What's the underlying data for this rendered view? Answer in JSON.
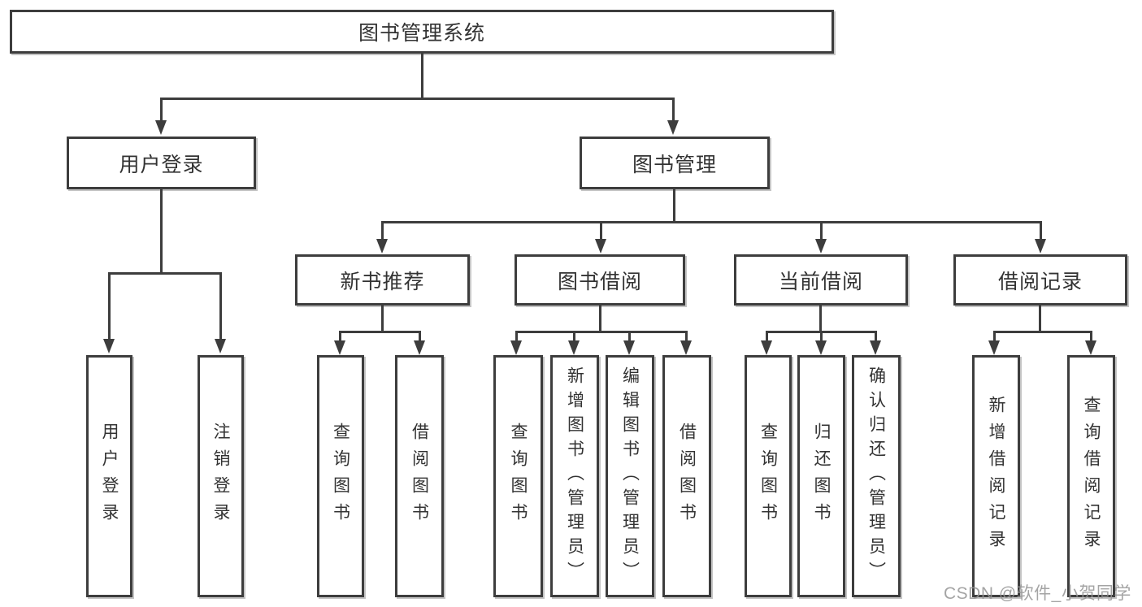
{
  "diagram": {
    "type": "hierarchy-tree",
    "root_label": "图书管理系统",
    "level2": [
      {
        "label": "用户登录"
      },
      {
        "label": "图书管理"
      }
    ],
    "level3": [
      {
        "label": "新书推荐",
        "parent": "图书管理"
      },
      {
        "label": "图书借阅",
        "parent": "图书管理"
      },
      {
        "label": "当前借阅",
        "parent": "图书管理"
      },
      {
        "label": "借阅记录",
        "parent": "图书管理"
      }
    ],
    "groups": [
      {
        "parent": "用户登录",
        "children": [
          "用户登录",
          "注销登录"
        ]
      },
      {
        "parent": "新书推荐",
        "children": [
          "查询图书",
          "借阅图书"
        ]
      },
      {
        "parent": "图书借阅",
        "children": [
          "查询图书",
          "新增图书（管理员）",
          "编辑图书（管理员）",
          "借阅图书"
        ]
      },
      {
        "parent": "当前借阅",
        "children": [
          "查询图书",
          "归还图书",
          "确认归还（管理员）"
        ]
      },
      {
        "parent": "借阅记录",
        "children": [
          "新增借阅记录",
          "查询借阅记录"
        ]
      }
    ]
  },
  "colors": {
    "line": "#3d3d3d",
    "box_border": "#3d3d3d",
    "text": "#333333",
    "background": "#ffffff",
    "watermark": "#949494"
  },
  "watermark": {
    "text": "CSDN @软件_小贺同学"
  }
}
